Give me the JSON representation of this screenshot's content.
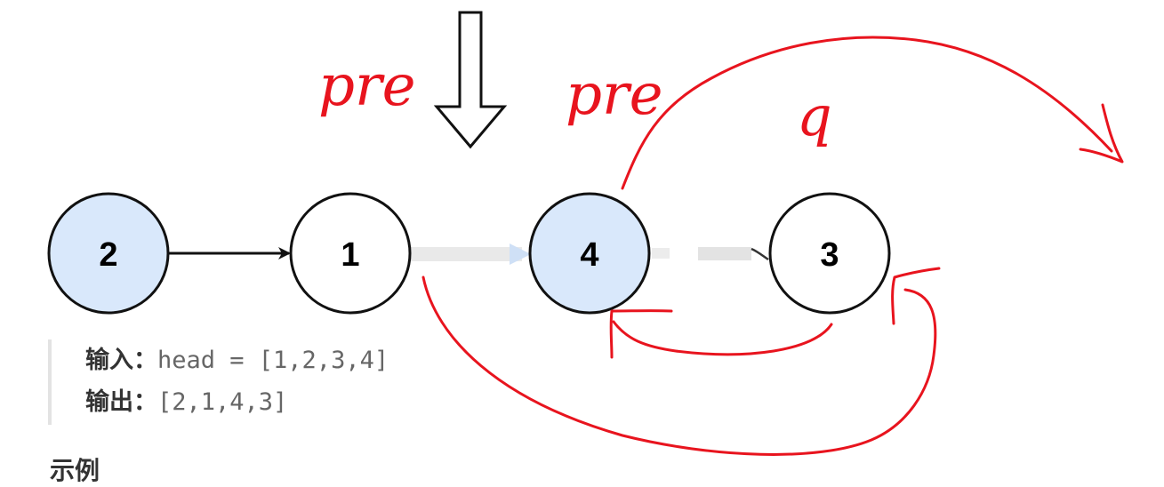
{
  "diagram": {
    "nodes": [
      {
        "label": "2",
        "fill": "#d9e8fb"
      },
      {
        "label": "1",
        "fill": "#ffffff"
      },
      {
        "label": "4",
        "fill": "#d9e8fb"
      },
      {
        "label": "3",
        "fill": "#ffffff"
      }
    ],
    "annotations": {
      "pre_left": "pre",
      "pre_right": "pre",
      "q": "q"
    },
    "annotation_color": "#e8141e"
  },
  "example": {
    "input_label": "输入：",
    "input_value": "head = [1,2,3,4]",
    "output_label": "输出：",
    "output_value": "[2,1,4,3]"
  },
  "next_heading": "示例"
}
